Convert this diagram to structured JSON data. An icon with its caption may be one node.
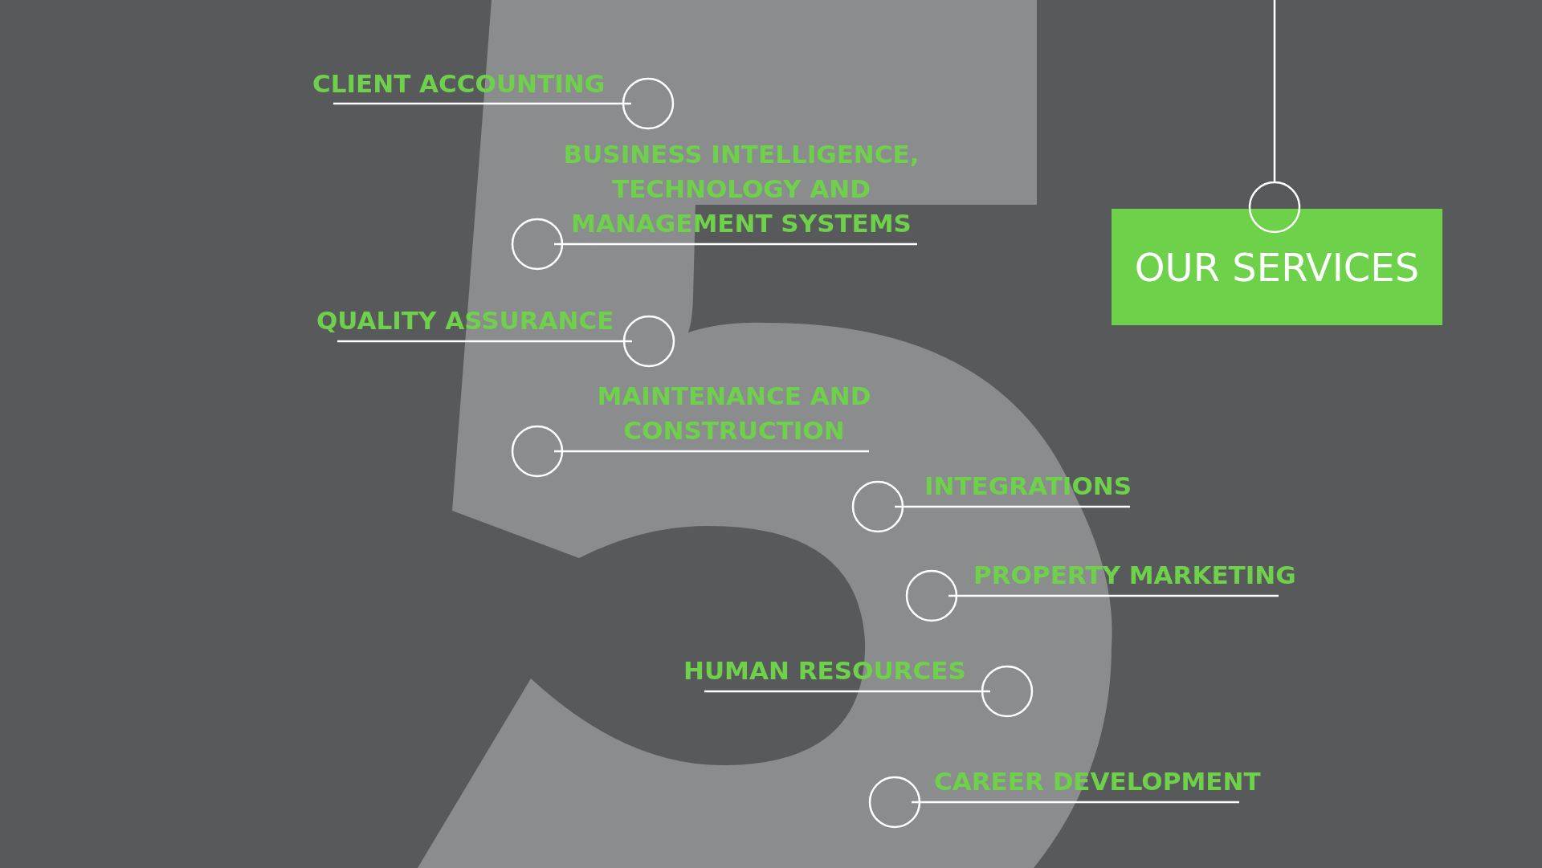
{
  "diagram": {
    "nodes": [
      {
        "text": [
          "CLIENT ACCOUNTING"
        ]
      },
      {
        "text": [],
        "shape": "circle"
      },
      {
        "text": [
          "BUSINESS INTELLIGENCE, TECHNOLOGY AND MANAGEMENT SYSTEMS"
        ]
      },
      {
        "text": [],
        "shape": "circle"
      },
      {
        "text": [
          "QUALITY ASSURANCE"
        ]
      },
      {
        "text": [],
        "shape": "circle"
      },
      {
        "text": [
          "MAINTENANCE AND CONSTRUCTION"
        ]
      },
      {
        "text": [],
        "shape": "circle"
      },
      {
        "text": [
          "INTEGRATIONS"
        ]
      },
      {
        "text": [],
        "shape": "circle"
      },
      {
        "text": [
          "PROPERTY MARKETING"
        ]
      },
      {
        "text": [],
        "shape": "circle"
      },
      {
        "text": [
          "HUMAN RESOURCES"
        ]
      },
      {
        "text": [],
        "shape": "circle"
      },
      {
        "text": [
          "CAREER DEVELOPMENT"
        ]
      },
      {
        "text": [],
        "shape": "circle"
      },
      {
        "text": [
          "OUR SERVICES"
        ]
      },
      {
        "text": [],
        "shape": "circle"
      }
    ],
    "edges": [
      {
        "from": 0,
        "to": 1,
        "arrow": "none"
      },
      {
        "from": 2,
        "to": 3,
        "arrow": "none"
      },
      {
        "from": 4,
        "to": 5,
        "arrow": "none"
      },
      {
        "from": 6,
        "to": 7,
        "arrow": "none"
      },
      {
        "from": 8,
        "to": 9,
        "arrow": "none"
      },
      {
        "from": 10,
        "to": 11,
        "arrow": "none"
      },
      {
        "from": 12,
        "to": 13,
        "arrow": "none"
      },
      {
        "from": 14,
        "to": 15,
        "arrow": "none"
      },
      {
        "from": 17,
        "to": null,
        "arrow": "none"
      }
    ]
  }
}
